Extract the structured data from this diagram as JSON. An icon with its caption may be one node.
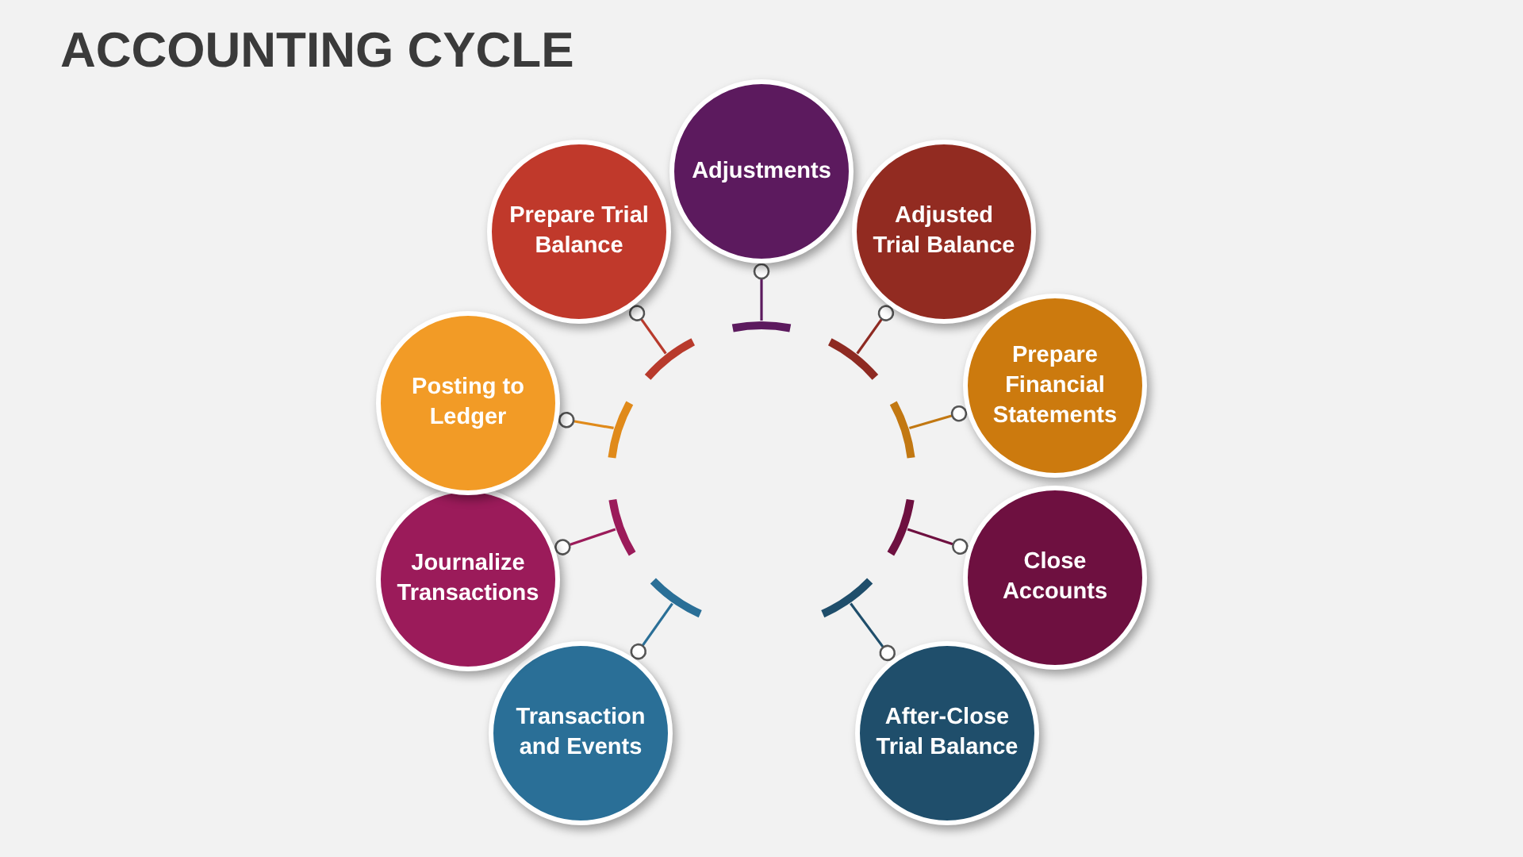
{
  "diagram": {
    "title": "ACCOUNTING CYCLE",
    "nodes": [
      {
        "text": [
          "Transaction and Events"
        ]
      },
      {
        "text": [
          "Journalize Transactions"
        ]
      },
      {
        "text": [
          "Posting to Ledger"
        ]
      },
      {
        "text": [
          "Prepare Trial Balance"
        ]
      },
      {
        "text": [
          "Adjustments"
        ]
      },
      {
        "text": [
          "Adjusted Trial Balance"
        ]
      },
      {
        "text": [
          "Prepare Financial Statements"
        ]
      },
      {
        "text": [
          "Close Accounts"
        ]
      },
      {
        "text": [
          "After-Close Trial Balance"
        ]
      },
      {
        "text": [],
        "shape": "arc"
      },
      {
        "text": [],
        "shape": "arc"
      },
      {
        "text": [],
        "shape": "arc"
      },
      {
        "text": [],
        "shape": "arc"
      },
      {
        "text": [],
        "shape": "arc"
      },
      {
        "text": [],
        "shape": "arc"
      },
      {
        "text": [],
        "shape": "arc"
      },
      {
        "text": [],
        "shape": "arc"
      },
      {
        "text": [],
        "shape": "arc"
      }
    ],
    "edges": [
      {
        "from": 0,
        "to": 9,
        "arrow": "other",
        "color": "#2a6f97"
      },
      {
        "from": 1,
        "to": 10,
        "arrow": "other",
        "color": "#9b1b5a"
      },
      {
        "from": 2,
        "to": 11,
        "arrow": "other",
        "color": "#e08a1a"
      },
      {
        "from": 3,
        "to": 12,
        "arrow": "other",
        "color": "#b83a2c"
      },
      {
        "from": 4,
        "to": 13,
        "arrow": "other",
        "color": "#5c1a5e"
      },
      {
        "from": 5,
        "to": 14,
        "arrow": "other",
        "color": "#8e2a22"
      },
      {
        "from": 6,
        "to": 15,
        "arrow": "other",
        "color": "#c27812"
      },
      {
        "from": 7,
        "to": 16,
        "arrow": "other",
        "color": "#6e1040"
      },
      {
        "from": 8,
        "to": 17,
        "arrow": "other",
        "color": "#1f4e6b"
      }
    ]
  }
}
